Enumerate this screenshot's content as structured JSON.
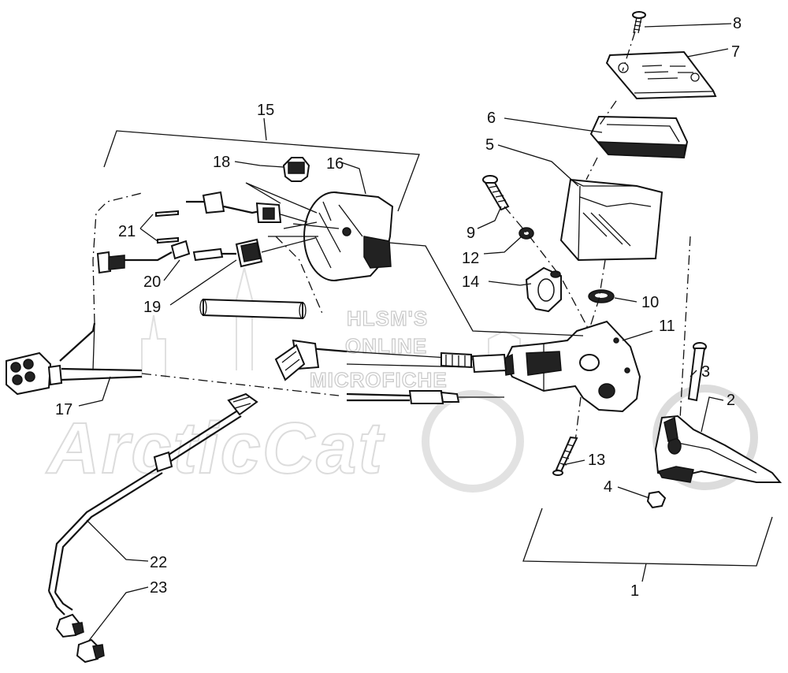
{
  "watermark": {
    "line1": "HLSM'S",
    "line2": "ONLINE",
    "line3": "MICROFICHE",
    "brand": "Arctic Cat"
  },
  "callouts": [
    "1",
    "2",
    "3",
    "4",
    "5",
    "6",
    "7",
    "8",
    "9",
    "10",
    "11",
    "12",
    "13",
    "14",
    "15",
    "16",
    "17",
    "18",
    "19",
    "20",
    "21",
    "22",
    "23"
  ]
}
